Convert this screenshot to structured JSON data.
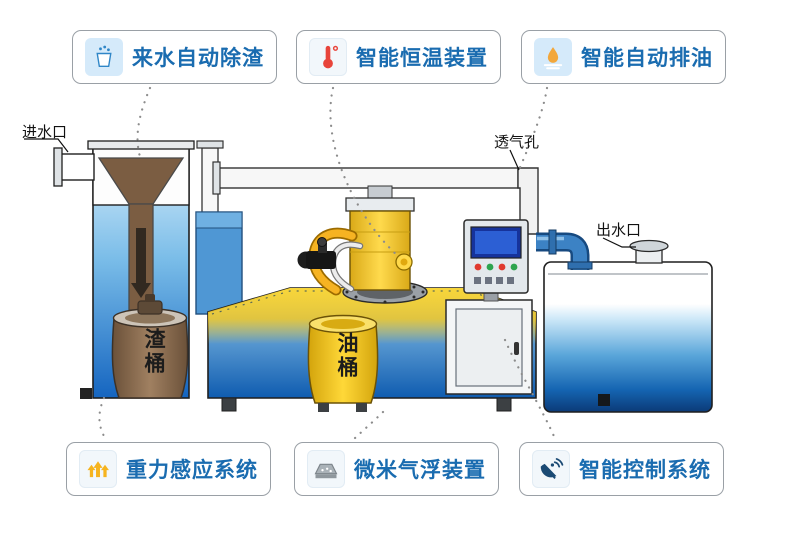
{
  "features": {
    "top": [
      {
        "label": "来水自动除渣",
        "icon": "water-cup-icon"
      },
      {
        "label": "智能恒温装置",
        "icon": "thermometer-icon"
      },
      {
        "label": "智能自动排油",
        "icon": "oil-drain-icon"
      }
    ],
    "bottom": [
      {
        "label": "重力感应系统",
        "icon": "gravity-arrows-icon"
      },
      {
        "label": "微米气浮装置",
        "icon": "flotation-device-icon"
      },
      {
        "label": "智能控制系统",
        "icon": "satellite-dish-icon"
      }
    ]
  },
  "machine": {
    "inlet_label": "进水口",
    "vent_label": "透气孔",
    "outlet_label": "出水口",
    "slag_bucket_label": "渣桶",
    "oil_bucket_label": "油桶"
  },
  "colors": {
    "feature_text": "#1a6cb0",
    "pill_border": "#9aa0a6",
    "dotted_line": "#8c8c8c",
    "water_light": "#9ed2f0",
    "water_deep": "#0f5cb0",
    "oil_yellow": "#f3c825",
    "slag_brown": "#8a6a4e",
    "pipe_blue": "#3c82c4",
    "panel_screen_blue": "#16339c"
  }
}
